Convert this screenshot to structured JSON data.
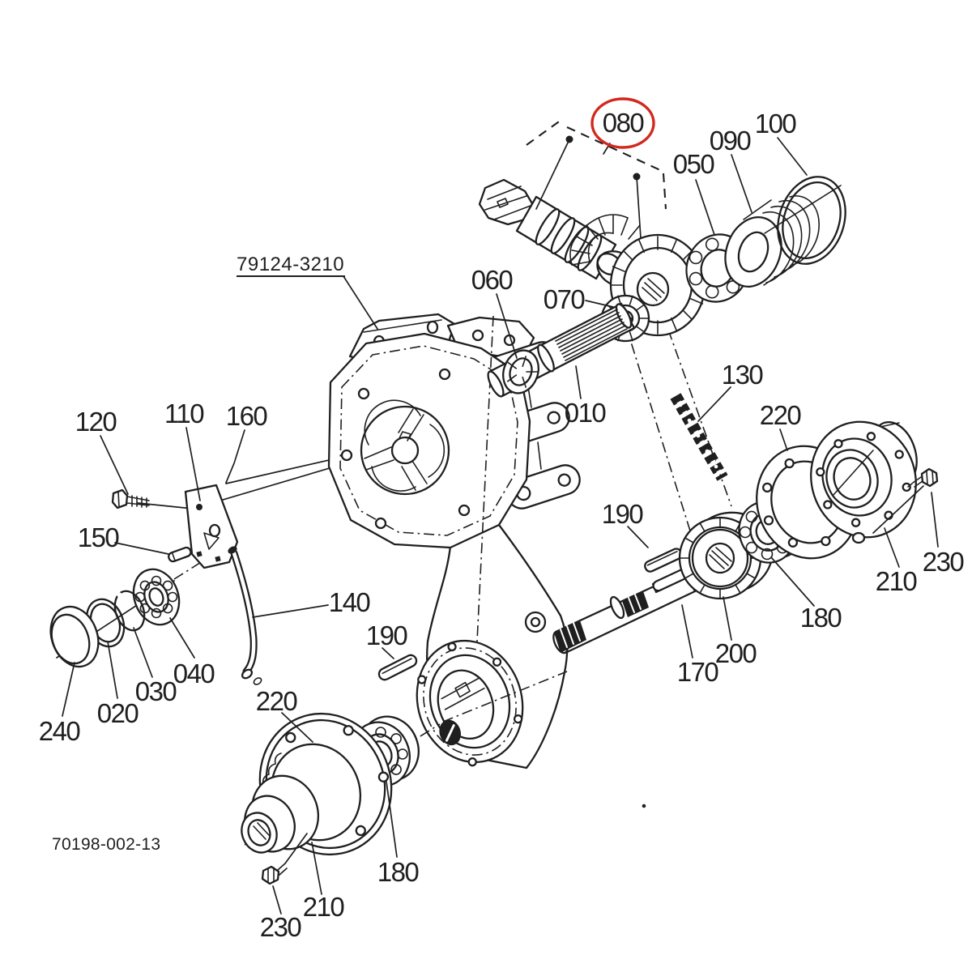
{
  "meta": {
    "background": "#ffffff",
    "ink": "#1f1f1f",
    "highlight_color": "#d2281e"
  },
  "titles": {
    "part_ref": "79124-3210",
    "doc_number": "70198-002-13"
  },
  "highlight": {
    "circled_callout": "080"
  },
  "callouts": [
    {
      "id": "080",
      "text": "080"
    },
    {
      "id": "090",
      "text": "090"
    },
    {
      "id": "100",
      "text": "100"
    },
    {
      "id": "050",
      "text": "050"
    },
    {
      "id": "060",
      "text": "060"
    },
    {
      "id": "070",
      "text": "070"
    },
    {
      "id": "010",
      "text": "010"
    },
    {
      "id": "130",
      "text": "130"
    },
    {
      "id": "220-right",
      "text": "220"
    },
    {
      "id": "210-right",
      "text": "210"
    },
    {
      "id": "230-right",
      "text": "230"
    },
    {
      "id": "180-right",
      "text": "180"
    },
    {
      "id": "200",
      "text": "200"
    },
    {
      "id": "170",
      "text": "170"
    },
    {
      "id": "190-right",
      "text": "190"
    },
    {
      "id": "190-left",
      "text": "190"
    },
    {
      "id": "140",
      "text": "140"
    },
    {
      "id": "120",
      "text": "120"
    },
    {
      "id": "110",
      "text": "110"
    },
    {
      "id": "160",
      "text": "160"
    },
    {
      "id": "150",
      "text": "150"
    },
    {
      "id": "240",
      "text": "240"
    },
    {
      "id": "020",
      "text": "020"
    },
    {
      "id": "030",
      "text": "030"
    },
    {
      "id": "040",
      "text": "040"
    },
    {
      "id": "220-bottom",
      "text": "220"
    },
    {
      "id": "180-bottom",
      "text": "180"
    },
    {
      "id": "230-bottom",
      "text": "230"
    },
    {
      "id": "210-bottom",
      "text": "210"
    }
  ]
}
